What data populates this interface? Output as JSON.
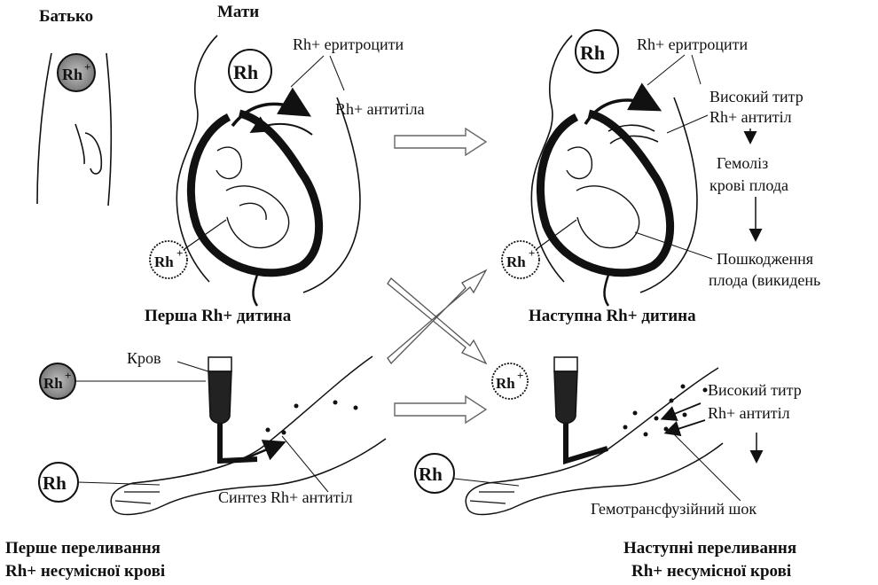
{
  "top": {
    "father": "Батько",
    "mother": "Мати",
    "first_child": "Перша Rh+ дитина",
    "next_child": "Наступна Rh+ дитина"
  },
  "badges": {
    "rh_pos": "Rh",
    "rh_pos_sup": "+",
    "rh_neg": "Rh"
  },
  "left_preg": {
    "rbc": "Rh+ еритроцити",
    "antibodies": "Rh+ антитіла"
  },
  "right_preg": {
    "rbc": "Rh+ еритроцити",
    "high_titer_1": "Високий титр",
    "high_titer_2": "Rh+ антитіл",
    "hemolysis_1": "Гемоліз",
    "hemolysis_2": "крові плода",
    "damage_1": "Пошкодження",
    "damage_2": "плода (викидень"
  },
  "left_trans": {
    "blood": "Кров",
    "synthesis": "Синтез Rh+ антитіл"
  },
  "right_trans": {
    "high_titer_1": "Високий титр",
    "high_titer_2": "Rh+ антитіл",
    "shock": "Гемотрансфузійний шок"
  },
  "footer": {
    "left_1": "Перше переливання",
    "left_2": "Rh+ несумісної крові",
    "right_1": "Наступні переливання",
    "right_2": "Rh+ несумісної крові"
  }
}
